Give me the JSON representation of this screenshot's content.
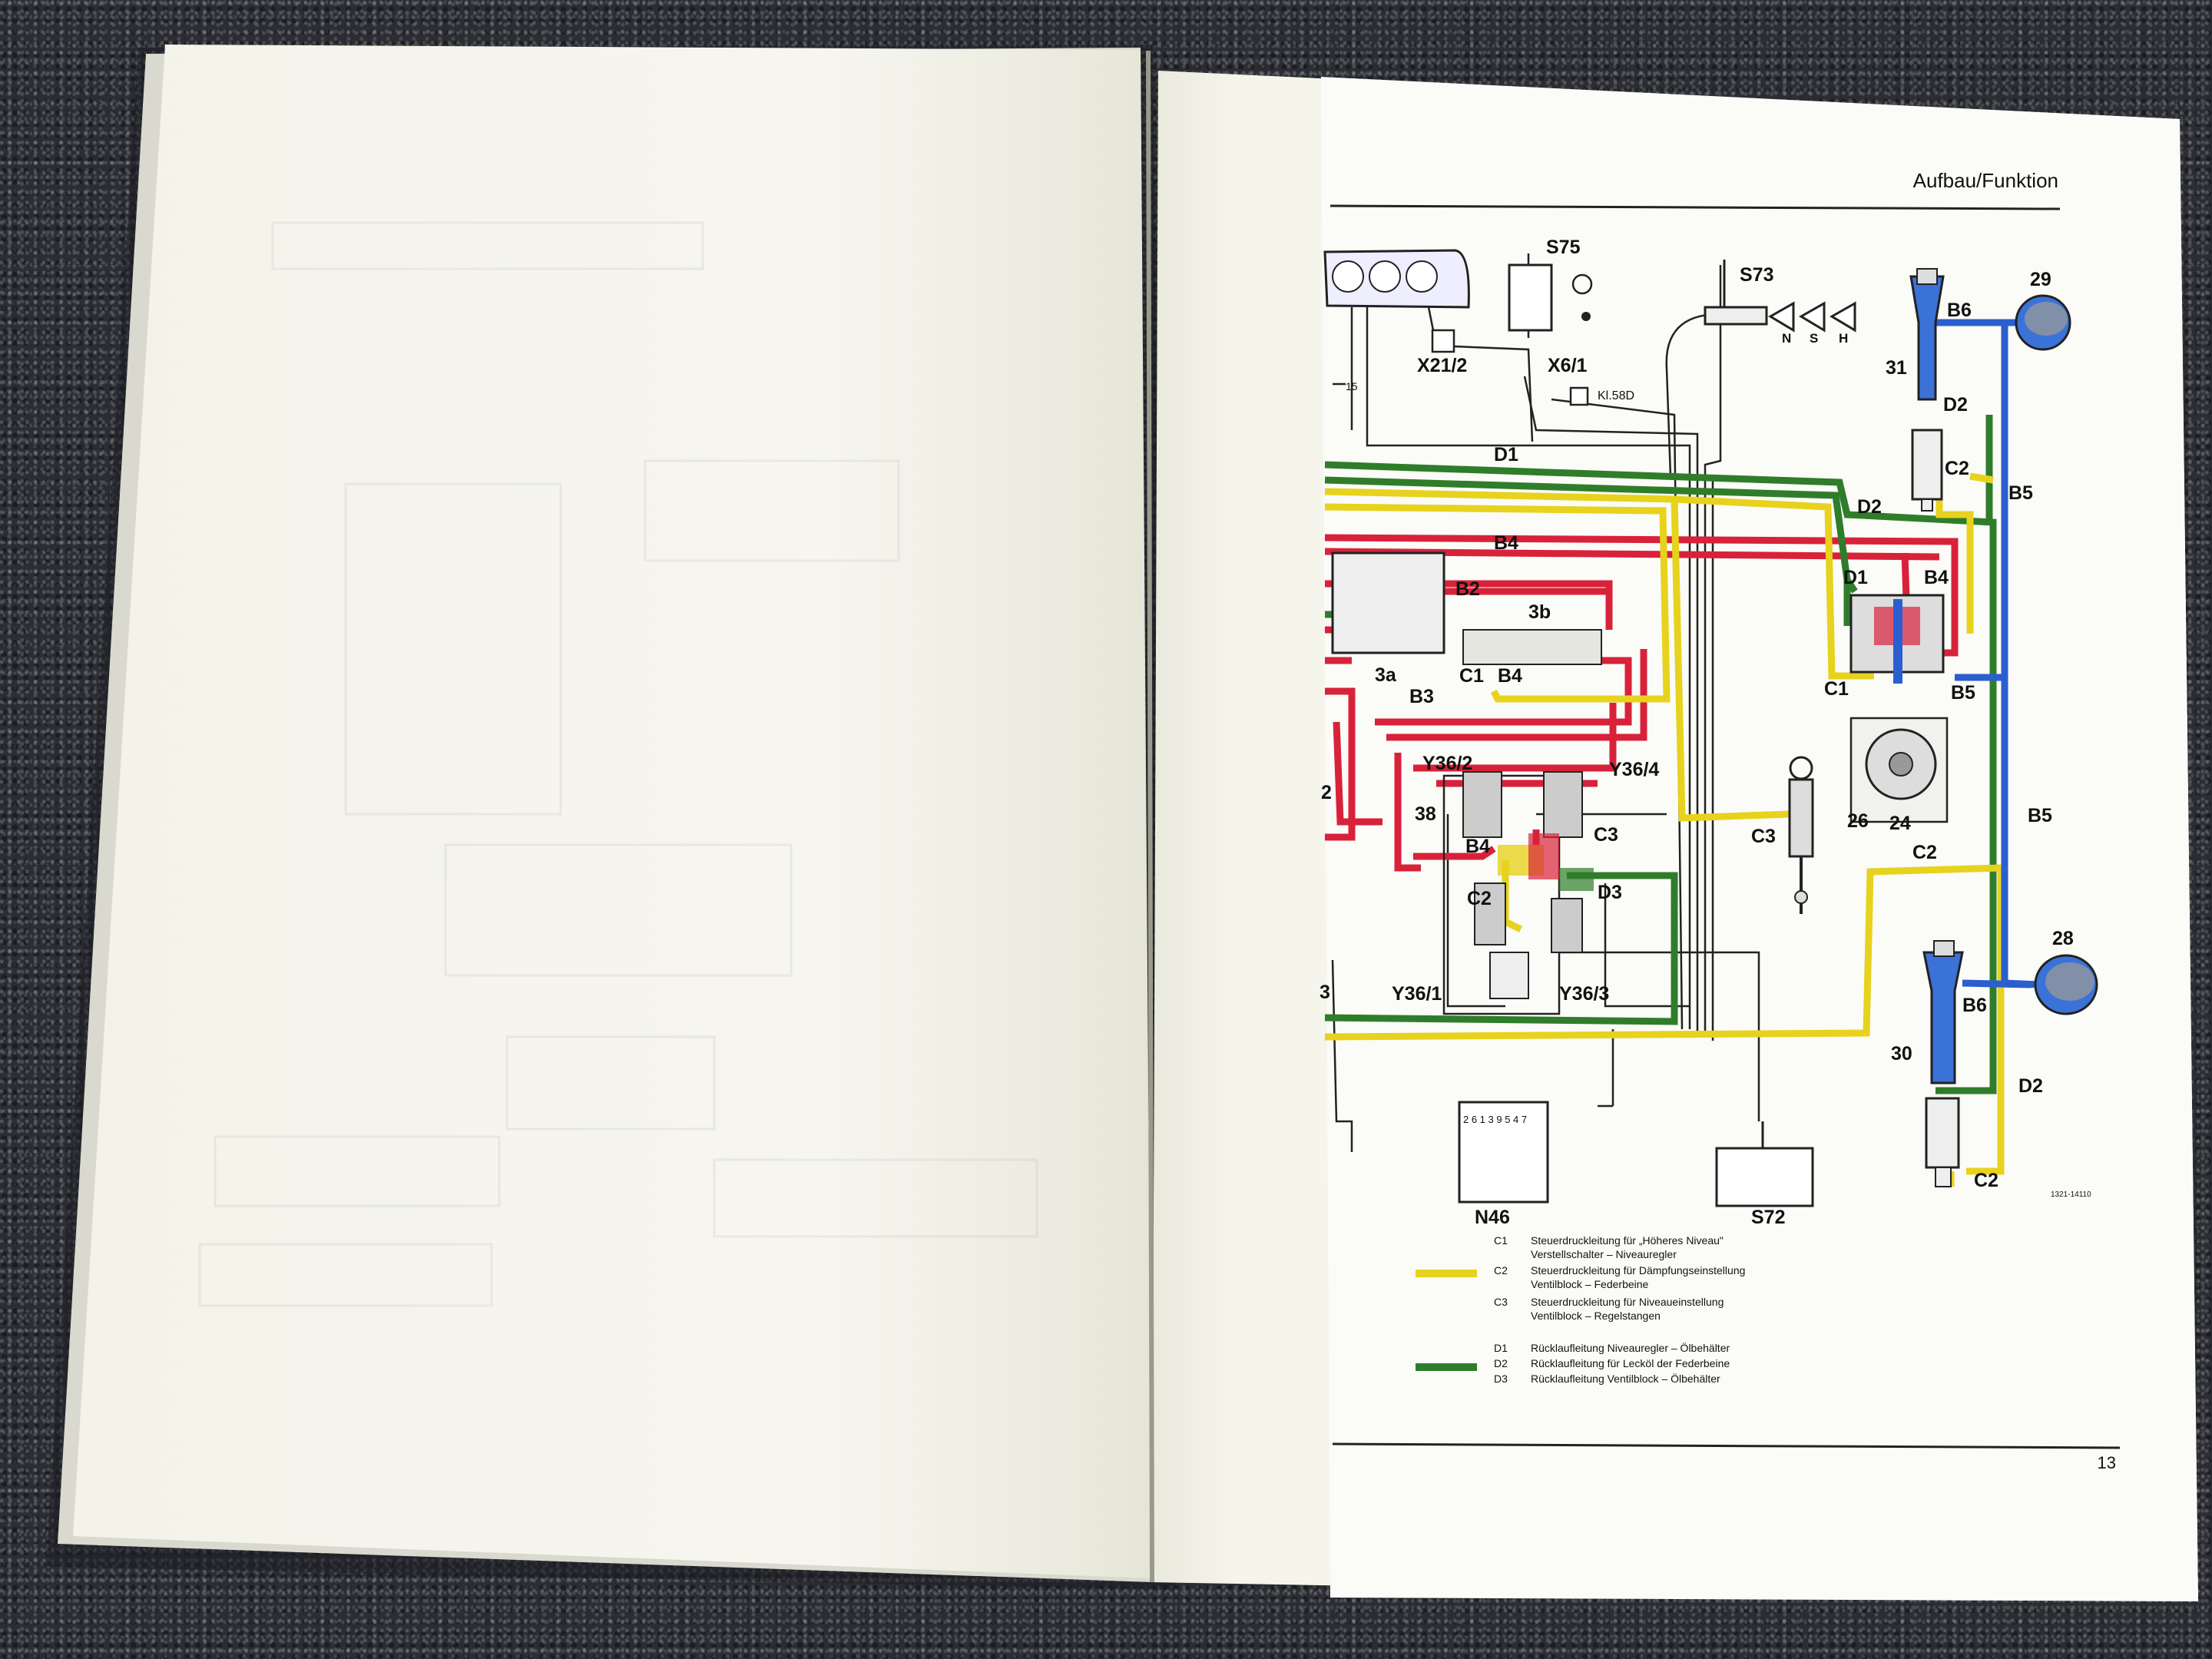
{
  "header": {
    "section_title": "Aufbau/Funktion",
    "page_number": "13"
  },
  "diagram": {
    "figure_number": "1321-14110",
    "components": {
      "s75": "S75",
      "s73": "S73",
      "x21_2": "X21/2",
      "x6_1": "X6/1",
      "kl58d": "Kl.58D",
      "n": "N",
      "s": "S",
      "h": "H",
      "t15": "15",
      "n46": "N46",
      "s72": "S72",
      "pins": "2 6 1 3 9 5 4 7",
      "y36_1": "Y36/1",
      "y36_2": "Y36/2",
      "y36_3": "Y36/3",
      "y36_4": "Y36/4",
      "n3a": "3a",
      "n3b": "3b",
      "n24": "24",
      "n26": "26",
      "n28": "28",
      "n29": "29",
      "n30": "30",
      "n31": "31",
      "n38": "38",
      "edge2": "2",
      "edge3": "3"
    },
    "line_labels": {
      "d1": "D1",
      "d2": "D2",
      "d3": "D3",
      "b2": "B2",
      "b3": "B3",
      "b4": "B4",
      "b5": "B5",
      "b6": "B6",
      "c1": "C1",
      "c2": "C2",
      "c3": "C3"
    },
    "colors": {
      "red": "#d8223a",
      "yellow": "#e7d21d",
      "green": "#2f7d2a",
      "blue": "#2b5fd0"
    }
  },
  "legend": {
    "yellow_group": [
      {
        "code": "C1",
        "text": "Steuerdruckleitung für „Höheres Niveau\"",
        "sub": "Verstellschalter – Niveauregler"
      },
      {
        "code": "C2",
        "text": "Steuerdruckleitung für Dämpfungseinstellung",
        "sub": "Ventilblock – Federbeine"
      },
      {
        "code": "C3",
        "text": "Steuerdruckleitung für Niveaueinstellung",
        "sub": "Ventilblock – Regelstangen"
      }
    ],
    "green_group": [
      {
        "code": "D1",
        "text": "Rücklaufleitung Niveauregler – Ölbehälter"
      },
      {
        "code": "D2",
        "text": "Rücklaufleitung für Lecköl der Federbeine"
      },
      {
        "code": "D3",
        "text": "Rücklaufleitung Ventilblock – Ölbehälter"
      }
    ]
  }
}
